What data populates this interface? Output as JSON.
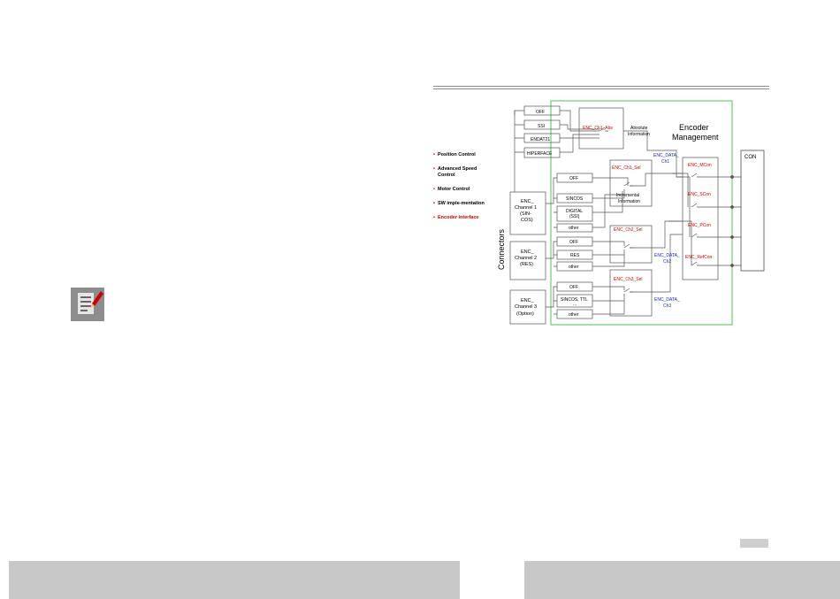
{
  "nav": {
    "items": [
      {
        "bullet": "•",
        "label": "Position Control",
        "active": false
      },
      {
        "bullet": "•",
        "label": "Advanced Speed Control",
        "active": false
      },
      {
        "bullet": "•",
        "label": "Motor Control",
        "active": false
      },
      {
        "bullet": "•",
        "label": "SW imple-mentation",
        "active": false
      },
      {
        "bullet": "•",
        "label": "Encoder interface",
        "active": true
      }
    ]
  },
  "diagram": {
    "connectors_label": "Connectors",
    "encoder_management_line1": "Encoder",
    "encoder_management_line2": "Management",
    "con_label": "CON",
    "abs_inputs": [
      "OFF",
      "SSI",
      "ENDAT21",
      "HIPERFACE"
    ],
    "abs_switch_label": "ENC_Ch1_Abs",
    "absolute_info_line1": "Absolute",
    "absolute_info_line2": "Information",
    "enc_data_ch1_line1": "ENC_DATA_",
    "enc_data_ch1_line2": "Ch1",
    "ch1_sel_label": "ENC_Ch1_Sel",
    "incremental_info_line1": "Incremental",
    "incremental_info_line2": "Information",
    "channel1": [
      "ENC_",
      "Channel 1",
      "(SIN-",
      "COS)"
    ],
    "ch1_inputs": [
      "OFF",
      "SINCOS",
      "DIGITAL",
      "(SSI)",
      "other"
    ],
    "channel2": [
      "ENC_",
      "Channel 2",
      "(RES)"
    ],
    "ch2_inputs": [
      "OFF",
      "RES",
      "other"
    ],
    "ch2_sel_label": "ENC_Ch2_Sel",
    "enc_data_ch2_line1": "ENC_DATA_",
    "enc_data_ch2_line2": "Ch2",
    "channel3": [
      "ENC_",
      "Channel 3",
      "(Option)"
    ],
    "ch3_inputs": [
      "OFF",
      "SINCOS, TTL",
      "...",
      "other"
    ],
    "ch3_sel_label": "ENC_Ch3_Sel",
    "enc_data_ch3_line1": "ENC_DATA_",
    "enc_data_ch3_line2": "Ch3",
    "management_switches": [
      "ENC_MCon",
      "ENC_SCon",
      "ENC_PCon",
      "ENC_RefCon"
    ]
  },
  "colors": {
    "green_frame": "#66d466",
    "red_label": "#d00000",
    "blue_label": "#2020d0",
    "footer_bar": "#c8c8c8"
  },
  "icons": {
    "note": "notepad-pencil-icon"
  }
}
